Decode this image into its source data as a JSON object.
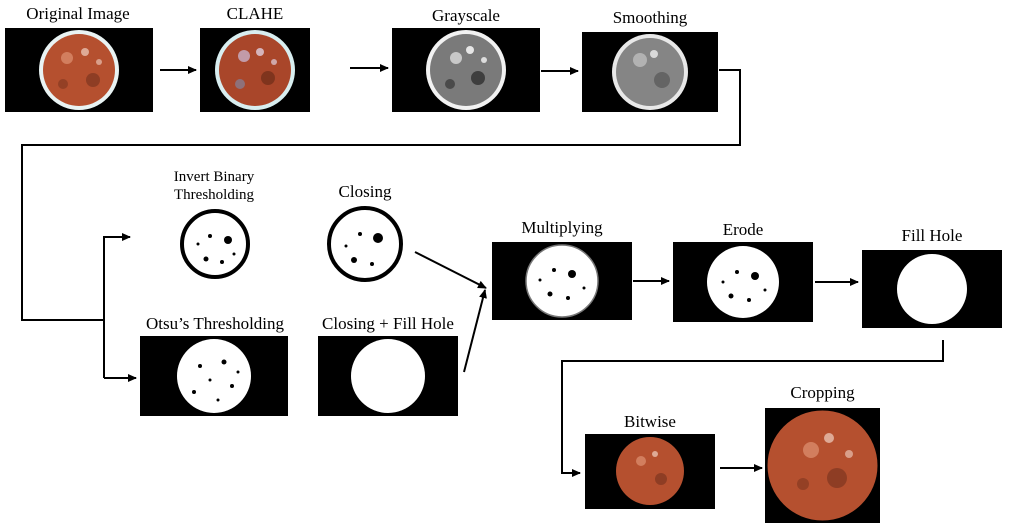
{
  "steps": {
    "original": "Original Image",
    "clahe": "CLAHE",
    "grayscale": "Grayscale",
    "smoothing": "Smoothing",
    "invert_binary_line1": "Invert Binary",
    "invert_binary_line2": "Thresholding",
    "closing": "Closing",
    "otsu": "Otsu’s Thresholding",
    "closing_fill": "Closing + Fill Hole",
    "multiplying": "Multiplying",
    "erode": "Erode",
    "fill_hole": "Fill Hole",
    "bitwise": "Bitwise",
    "cropping": "Cropping"
  },
  "colors": {
    "meat": "#b5502f",
    "meat_dark": "#7e3520",
    "meat_light": "#d98a6a",
    "tray": "#e9f3f3",
    "gray_disc": "#8c8c8c",
    "background": "#000000",
    "arrow": "#000000"
  }
}
